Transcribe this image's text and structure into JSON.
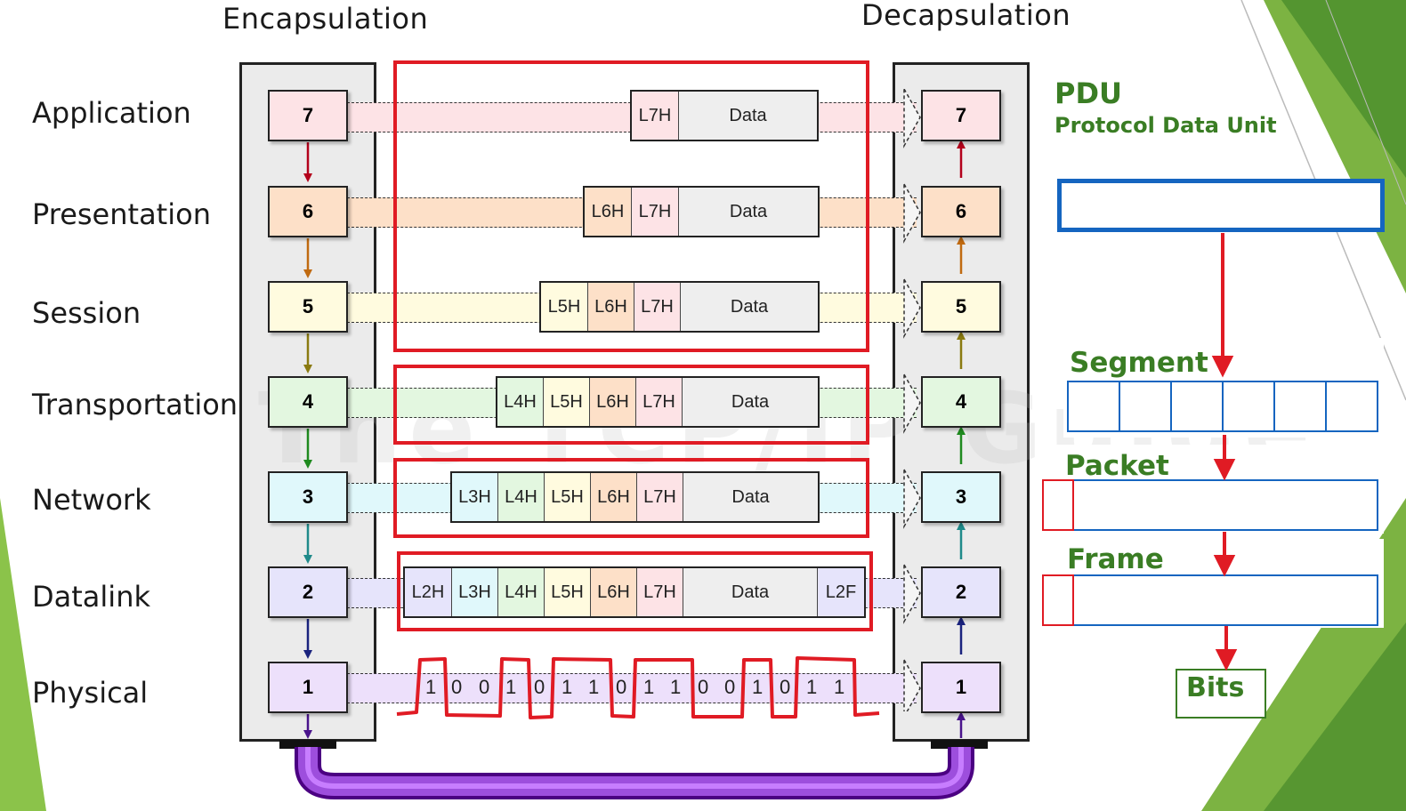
{
  "headings": {
    "encapsulation": "Encapsulation",
    "decapsulation": "Decapsulation"
  },
  "layers": [
    {
      "name": "Application",
      "num": "7",
      "color": "#fde3e6"
    },
    {
      "name": "Presentation",
      "num": "6",
      "color": "#fde0c8"
    },
    {
      "name": "Session",
      "num": "5",
      "color": "#fffbdf"
    },
    {
      "name": "Transportation",
      "num": "4",
      "color": "#e3f7e0"
    },
    {
      "name": "Network",
      "num": "3",
      "color": "#e0f8fb"
    },
    {
      "name": "Datalink",
      "num": "2",
      "color": "#e6e4fb"
    },
    {
      "name": "Physical",
      "num": "1",
      "color": "#ede0fb"
    }
  ],
  "pdu_rows": [
    [
      "L7H",
      "Data"
    ],
    [
      "L6H",
      "L7H",
      "Data"
    ],
    [
      "L5H",
      "L6H",
      "L7H",
      "Data"
    ],
    [
      "L4H",
      "L5H",
      "L6H",
      "L7H",
      "Data"
    ],
    [
      "L3H",
      "L4H",
      "L5H",
      "L6H",
      "L7H",
      "Data"
    ],
    [
      "L2H",
      "L3H",
      "L4H",
      "L5H",
      "L6H",
      "L7H",
      "Data",
      "L2F"
    ]
  ],
  "bits": [
    "1",
    "0",
    "0",
    "1",
    "0",
    "1",
    "1",
    "0",
    "1",
    "1",
    "0",
    "0",
    "1",
    "0",
    "1",
    "1"
  ],
  "watermark": "The TCP/IP Guide",
  "pdu": {
    "title": "PDU",
    "subtitle": "Protocol Data Unit",
    "segment": "Segment",
    "packet": "Packet",
    "frame": "Frame",
    "bits": "Bits"
  },
  "colors": {
    "red": "#e01b24",
    "blue": "#1565c0",
    "green": "#3a7d24",
    "purple": "#8a2be2"
  }
}
